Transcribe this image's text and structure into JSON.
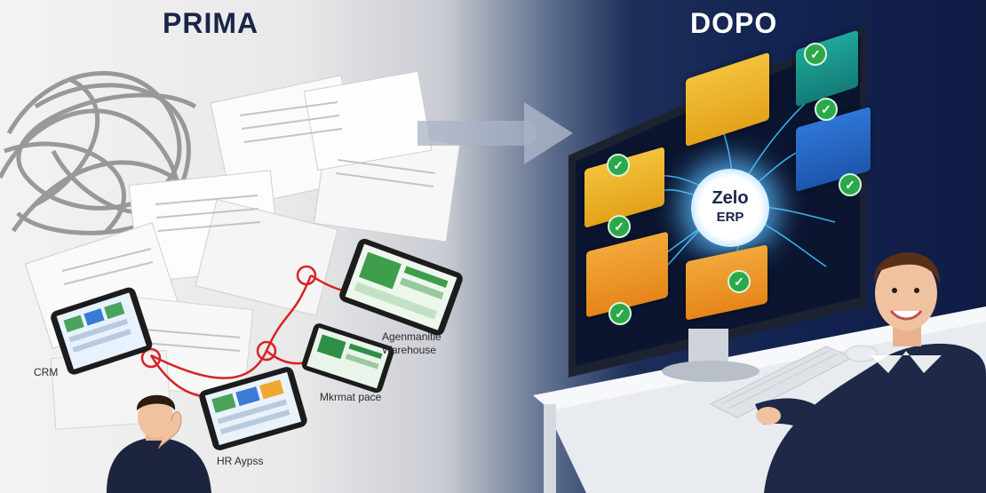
{
  "before": {
    "title": "PRIMA",
    "app_labels": [
      "CRM",
      "Agenmanitie Warehouse",
      "Mkrmat pace",
      "HR Aypss"
    ]
  },
  "after": {
    "title": "DOPO",
    "hub_line1": "Zelo",
    "hub_line2": "ERP"
  },
  "colors": {
    "navy": "#132350",
    "check_green": "#2ba94a",
    "tangle_red": "#d92323"
  }
}
